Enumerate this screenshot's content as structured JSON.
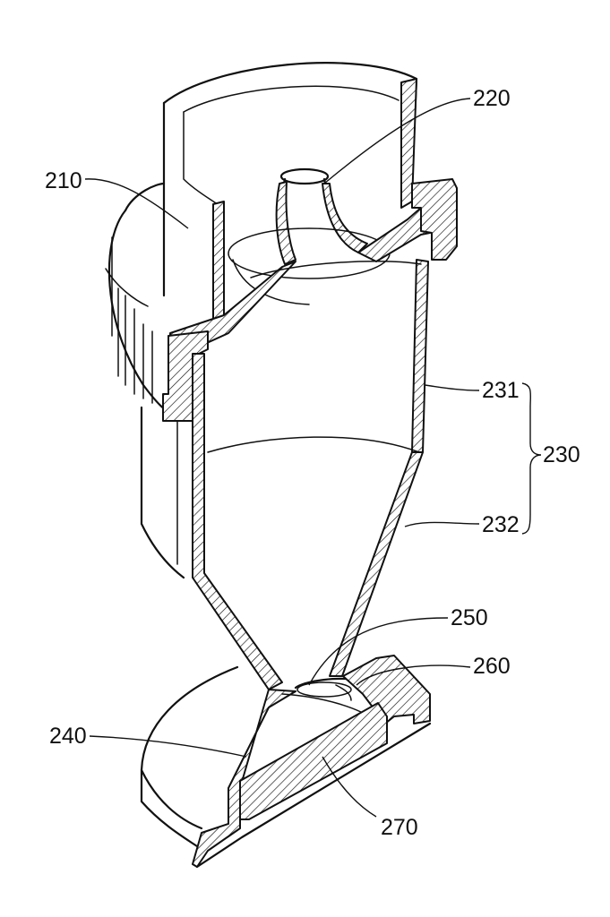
{
  "figure": {
    "labels": {
      "cap": "210",
      "inlet_nozzle": "220",
      "chamber": "230",
      "chamber_upper": "231",
      "chamber_lower": "232",
      "bottom_body": "240",
      "orifice": "250",
      "valve": "260",
      "bottom_plate": "270"
    }
  }
}
